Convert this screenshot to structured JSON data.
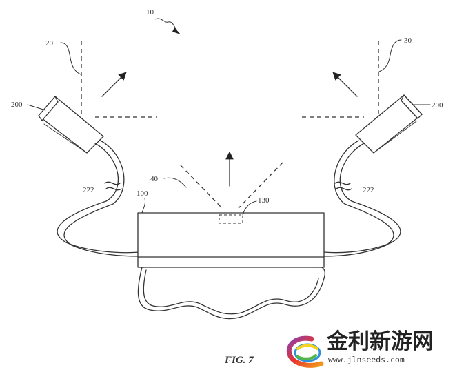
{
  "figure": {
    "caption": "FIG. 7",
    "labels": {
      "system": "10",
      "zone_left": "20",
      "zone_right": "30",
      "device_left": "200",
      "device_right": "200",
      "cable_left": "222",
      "cable_right": "222",
      "hub": "100",
      "emitter": "130",
      "beam": "40"
    }
  },
  "watermark": {
    "site_name": "金利新游网",
    "url": "www.jlnseeds.com",
    "colors": {
      "logo_red": "#e8352b",
      "logo_orange": "#f39a1e",
      "logo_yellow": "#f4d21f",
      "logo_green": "#52b64a",
      "logo_purple": "#8b3fb0",
      "logo_blue": "#2f8fd8"
    }
  }
}
